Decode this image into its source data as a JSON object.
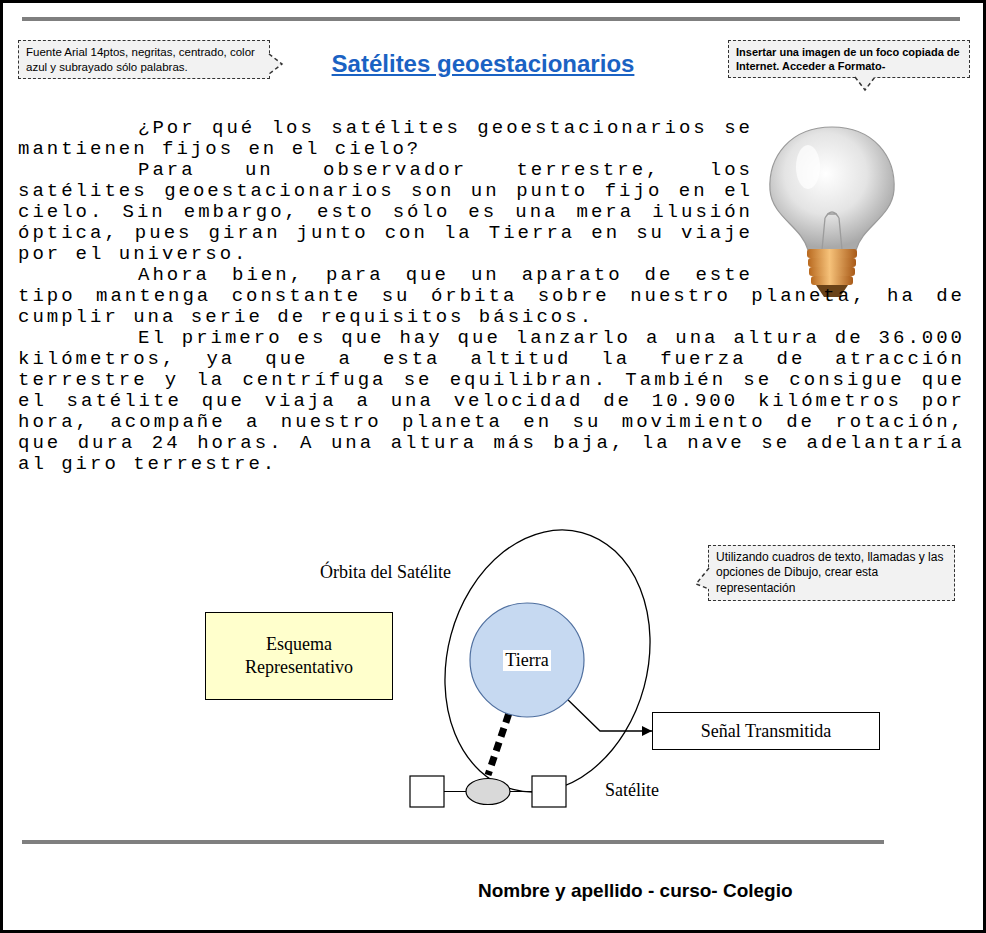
{
  "diagram": {
    "title": "Satélites geoestacionarios",
    "nodes": [
      {
        "text": [
          "Fuente Arial 14ptos, negritas, centrado, color azul y subrayado sólo palabras."
        ]
      },
      {
        "text": [
          "Insertar una imagen de un foco copiada de Internet. Acceder a Formato-"
        ]
      },
      {
        "text": [
          "Utilizando cuadros de texto, llamadas y las opciones de Dibujo, crear esta representación"
        ]
      },
      {
        "text": [
          "Órbita del Satélite"
        ]
      },
      {
        "text": [
          "Tierra"
        ],
        "in": 3
      },
      {
        "text": [
          "Esquema Representativo"
        ]
      },
      {
        "text": [
          "Señal Transmitida"
        ]
      },
      {
        "text": [
          "Satélite"
        ]
      }
    ],
    "edges": [
      {
        "from": 4,
        "to": 6,
        "arrow": "to"
      },
      {
        "from": 4,
        "to": 7,
        "arrow": "none"
      }
    ],
    "labels": [
      "¿Por qué los satélites geoestacionarios se mantienen fijos en el cielo?",
      "Para un observador terrestre, los satélites geoestacionarios son un punto fijo en el cielo. Sin embargo, esto sólo es una mera ilusión óptica, pues giran junto con la Tierra en su viaje por el universo.",
      "Ahora bien, para que un aparato de este tipo mantenga constante su órbita sobre nuestro planeta, ha de cumplir una serie de requisitos básicos.",
      "El primero es que hay que lanzarlo a una altura de 36.000 kilómetros, ya que a esta altitud la fuerza de atracción terrestre y la centrífuga se equilibran. También se consigue que el satélite que viaja a una velocidad de 10.900 kilómetros por hora, acompañe a nuestro planeta en su movimiento de rotación, que dura 24 horas. A una altura más baja, la nave se adelantaría al giro terrestre.",
      "Nombre y apellido - curso- Colegio"
    ]
  }
}
